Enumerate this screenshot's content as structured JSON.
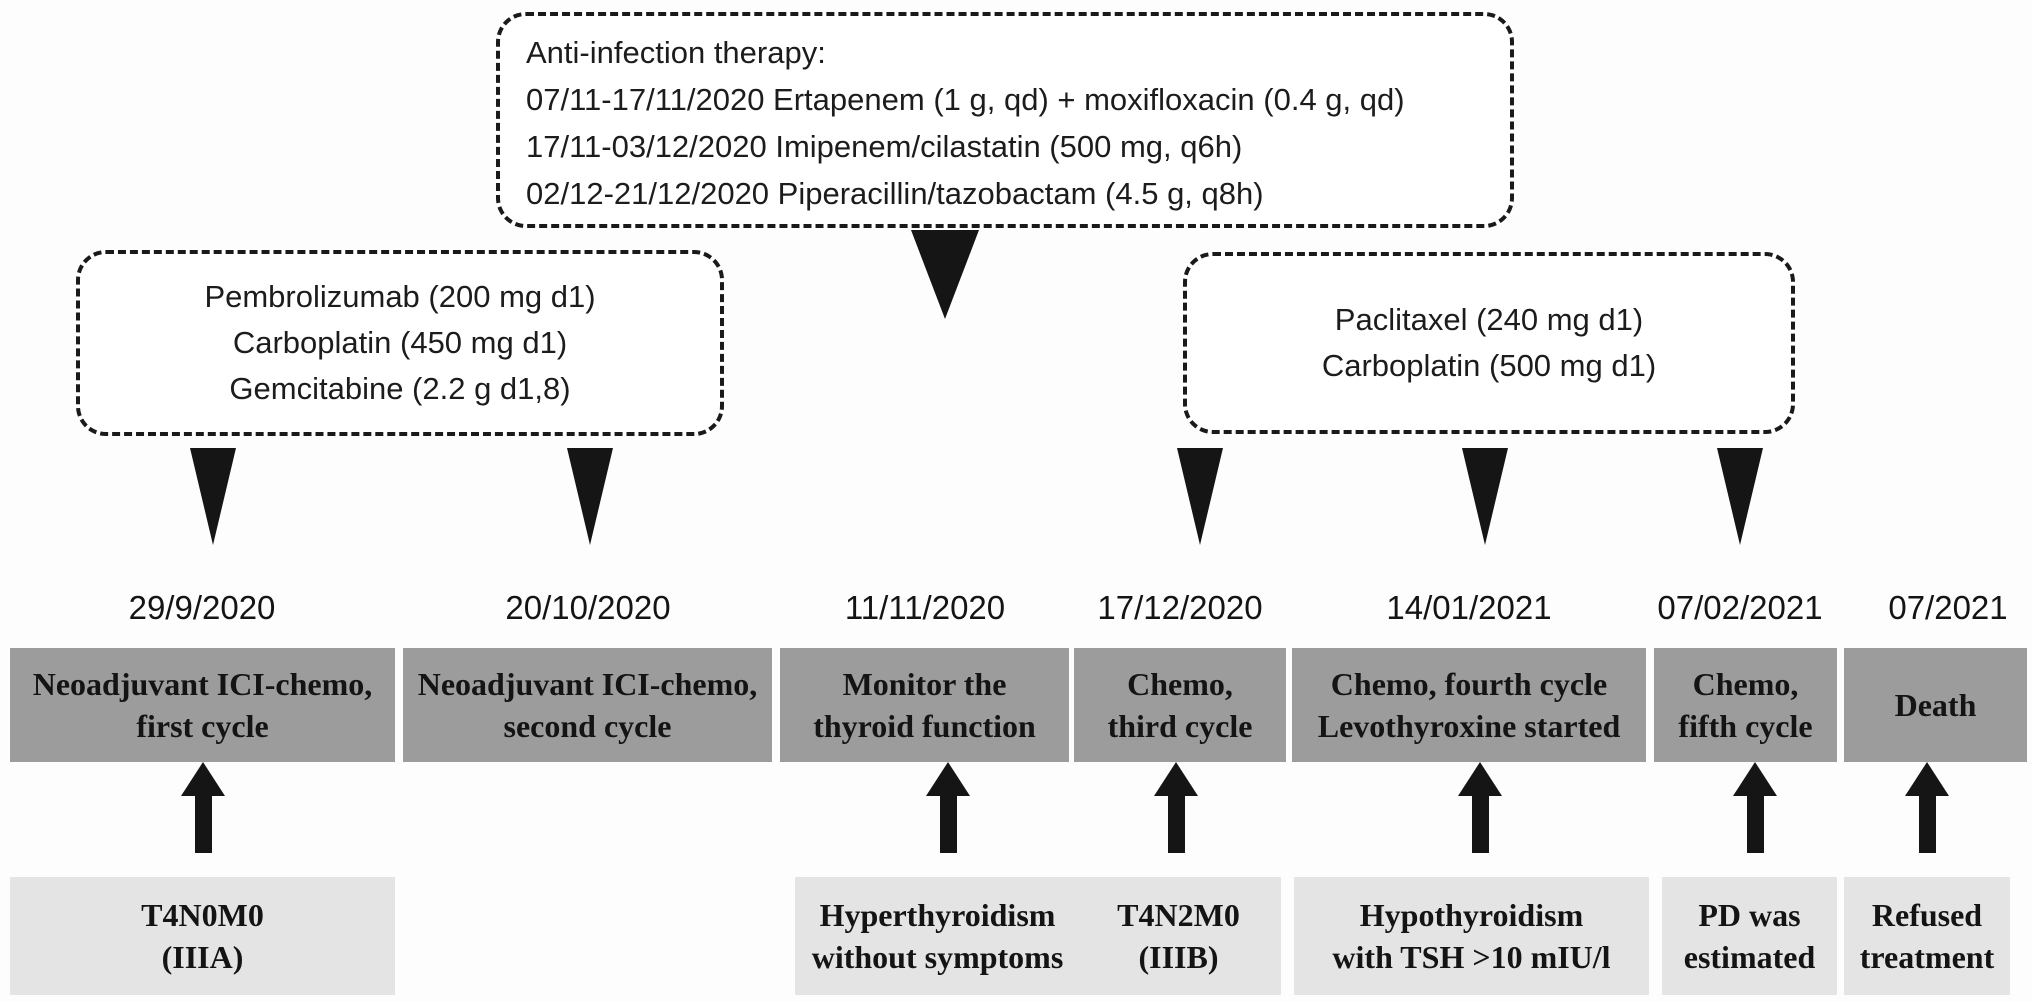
{
  "colors": {
    "event_box": "#9c9c9c",
    "outcome_box": "#e4e4e4",
    "arrow": "#151515",
    "line": "#1a1a1a",
    "background": "#fdfdfd"
  },
  "boxes": {
    "anti_infection": {
      "title": "Anti-infection therapy:",
      "lines": [
        "07/11-17/11/2020 Ertapenem (1 g, qd) + moxifloxacin (0.4 g, qd)",
        "17/11-03/12/2020 Imipenem/cilastatin (500 mg, q6h)",
        "02/12-21/12/2020 Piperacillin/tazobactam (4.5 g, q8h)"
      ]
    },
    "neoadjuvant_regimen": {
      "lines": [
        "Pembrolizumab (200 mg d1)",
        "Carboplatin (450 mg d1)",
        "Gemcitabine (2.2 g d1,8)"
      ]
    },
    "chemo_regimen": {
      "lines": [
        "Paclitaxel (240 mg d1)",
        "Carboplatin (500 mg d1)"
      ]
    }
  },
  "timeline": {
    "events": [
      {
        "date": "29/9/2020",
        "label": "Neoadjuvant ICI-chemo,\nfirst cycle",
        "outcome": "T4N0M0\n(IIIA)"
      },
      {
        "date": "20/10/2020",
        "label": "Neoadjuvant ICI-chemo,\nsecond cycle",
        "outcome": ""
      },
      {
        "date": "11/11/2020",
        "label": "Monitor the\nthyroid function",
        "outcome": "Hyperthyroidism\nwithout symptoms"
      },
      {
        "date": "17/12/2020",
        "label": "Chemo,\nthird cycle",
        "outcome": "T4N2M0\n(IIIB)"
      },
      {
        "date": "14/01/2021",
        "label": "Chemo, fourth cycle\nLevothyroxine started",
        "outcome": "Hypothyroidism\nwith TSH >10 mIU/l"
      },
      {
        "date": "07/02/2021",
        "label": "Chemo,\nfifth cycle",
        "outcome": "PD was\nestimated"
      },
      {
        "date": "07/2021",
        "label": "Death",
        "outcome": "Refused\ntreatment"
      }
    ]
  }
}
